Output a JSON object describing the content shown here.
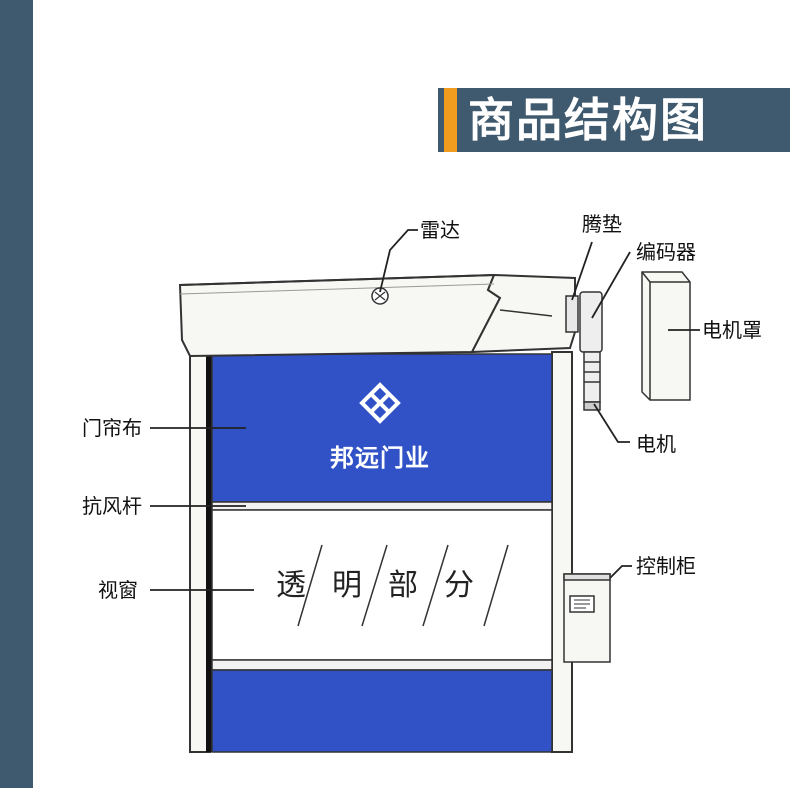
{
  "title": "商品结构图",
  "colors": {
    "stripe": "#3f5a6e",
    "title_bg": "#3f5a6e",
    "title_accent": "#f29c1f",
    "curtain_blue": "#3152c6",
    "frame": "#f7f7f4"
  },
  "labels": {
    "radar": "雷达",
    "pad": "腾垫",
    "encoder": "编码器",
    "motor_cover": "电机罩",
    "motor": "电机",
    "curtain": "门帘布",
    "wind_bar": "抗风杆",
    "window": "视窗",
    "control_box": "控制柜"
  },
  "brand": "邦远门业",
  "window_text": "透明部分",
  "icons": [
    "brand-logo-icon",
    "radar-icon",
    "control-panel-icon"
  ]
}
